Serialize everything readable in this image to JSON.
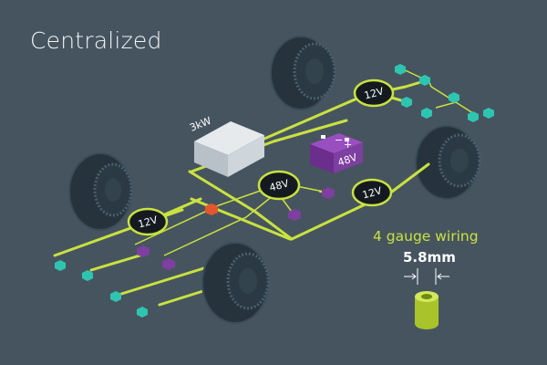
{
  "title": "Centralized",
  "power_module": {
    "label": "3kW"
  },
  "battery": {
    "label": "48V",
    "terminal_minus": "−",
    "terminal_plus": "+"
  },
  "hubs": {
    "front_right": "12V",
    "right": "12V",
    "center": "48V",
    "left": "12V"
  },
  "wiring_note": {
    "gauge": "4 gauge wiring",
    "diameter": "5.8mm"
  },
  "colors": {
    "background": "#465460",
    "wire": "#c9e23f",
    "connector_teal": "#2ec5b0",
    "connector_purple": "#7d3fa0",
    "connector_orange": "#e4572e",
    "hub": "#141a1f"
  }
}
